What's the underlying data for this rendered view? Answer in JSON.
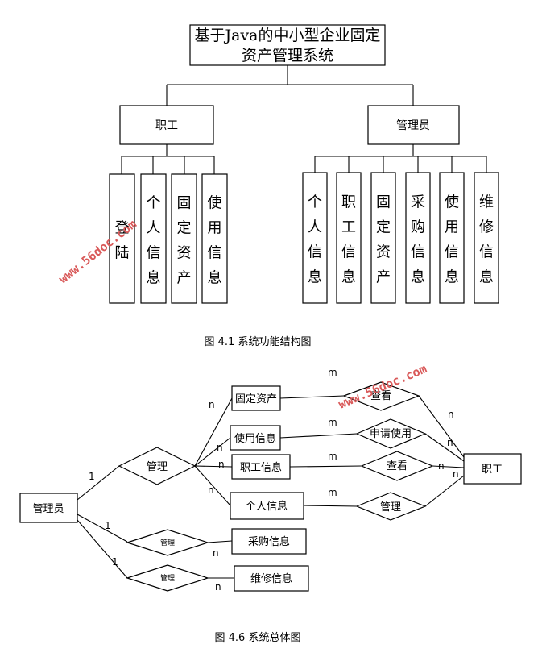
{
  "structure_chart": {
    "root_line1": "基于Java的中小型企业固定",
    "root_line2": "资产管理系统",
    "group_staff": "职工",
    "group_admin": "管理员",
    "staff_modules": [
      "登陆",
      "个人信息",
      "固定资产",
      "使用信息"
    ],
    "admin_modules": [
      "个人信息",
      "职工信息",
      "固定资产",
      "采购信息",
      "使用信息",
      "维修信息"
    ],
    "caption": "图 4.1  系统功能结构图"
  },
  "er_diagram": {
    "entities": {
      "admin": "管理员",
      "staff": "职工",
      "asset": "固定资产",
      "usage": "使用信息",
      "staff_info": "职工信息",
      "personal": "个人信息",
      "purchase": "采购信息",
      "repair": "维修信息"
    },
    "relations": {
      "manage_main": "管理",
      "view_asset": "查看",
      "apply_use": "申请使用",
      "view_staff": "查看",
      "manage_personal": "管理",
      "manage_purchase": "管理",
      "manage_repair": "管理"
    },
    "cardinality": {
      "one": "1",
      "many_n": "n",
      "many_m": "m"
    },
    "caption": "图 4.6 系统总体图"
  },
  "watermark": "www.56doc.com"
}
